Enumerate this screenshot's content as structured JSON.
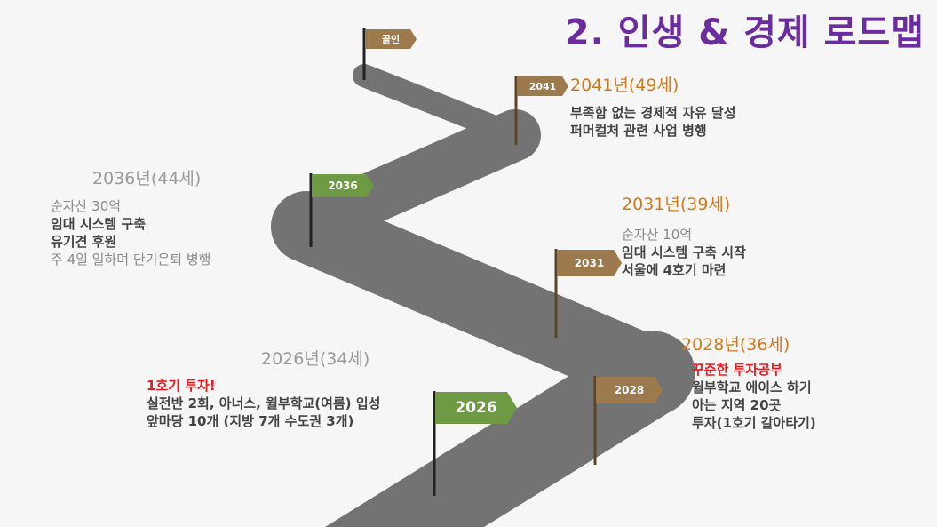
{
  "title": "2. 인생 & 경제 로드맵",
  "colors": {
    "title": "#6a2c9e",
    "road": "#737373",
    "flag_brown": "#9c7a4e",
    "flag_green": "#6f9a44",
    "year_orange": "#d07a1a",
    "highlight_red": "#e8191b"
  },
  "flags": {
    "goal": "골인",
    "f2041": "2041",
    "f2036": "2036",
    "f2031": "2031",
    "f2028": "2028",
    "f2026": "2026"
  },
  "milestones": {
    "m2041": {
      "heading": "2041년(49세)",
      "lines": [
        "부족함 없는 경제적 자유 달성",
        "퍼머컬처 관련 사업 병행"
      ]
    },
    "m2036": {
      "heading": "2036년(44세)",
      "lines": [
        "순자산 30억",
        "임대 시스템 구축",
        "유기견 후원",
        "주 4일 일하며 단기은퇴 병행"
      ]
    },
    "m2031": {
      "heading": "2031년(39세)",
      "lines": [
        "순자산 10억",
        "임대 시스템 구축 시작",
        "서울에 4호기 마련"
      ]
    },
    "m2028": {
      "heading": "2028년(36세)",
      "lines": [
        "꾸준한 투자공부",
        "월부학교 에이스 하기",
        "아는 지역 20곳",
        "투자(1호기 갈아타기)"
      ]
    },
    "m2026": {
      "heading": "2026년(34세)",
      "lines": [
        "1호기 투자!",
        "실전반 2회, 아너스, 월부학교(여름) 입성",
        "앞마당 10개 (지방 7개 수도권 3개)"
      ]
    }
  }
}
